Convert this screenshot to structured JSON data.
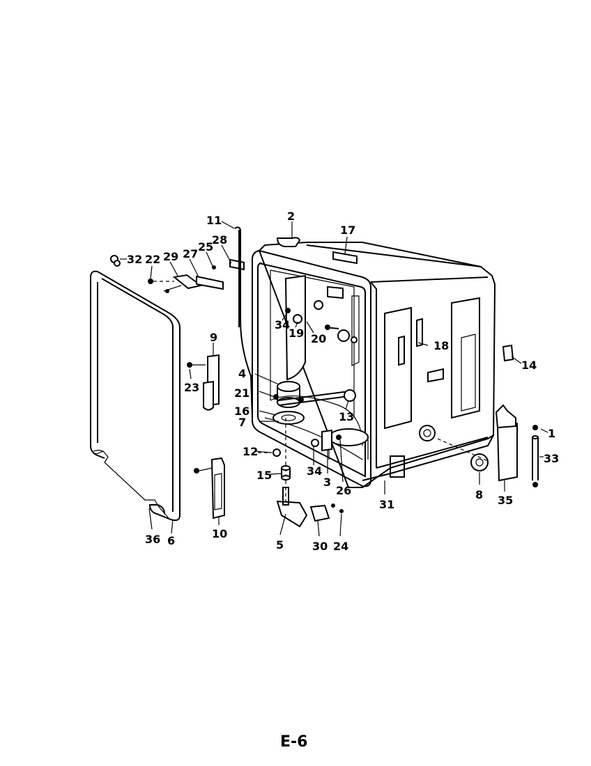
{
  "page_label": "E-6",
  "part_labels": {
    "p1": "1",
    "p2": "2",
    "p3": "3",
    "p4": "4",
    "p5": "5",
    "p6": "6",
    "p7": "7",
    "p8": "8",
    "p9": "9",
    "p10": "10",
    "p11": "11",
    "p12": "12",
    "p13": "13",
    "p14": "14",
    "p15": "15",
    "p16": "16",
    "p17": "17",
    "p18": "18",
    "p19": "19",
    "p20": "20",
    "p21": "21",
    "p22": "22",
    "p23": "23",
    "p24": "24",
    "p25": "25",
    "p26": "26",
    "p27": "27",
    "p28": "28",
    "p29": "29",
    "p30": "30",
    "p31": "31",
    "p32": "32",
    "p33": "33",
    "p34a": "34",
    "p34b": "34",
    "p35": "35",
    "p36": "36"
  }
}
